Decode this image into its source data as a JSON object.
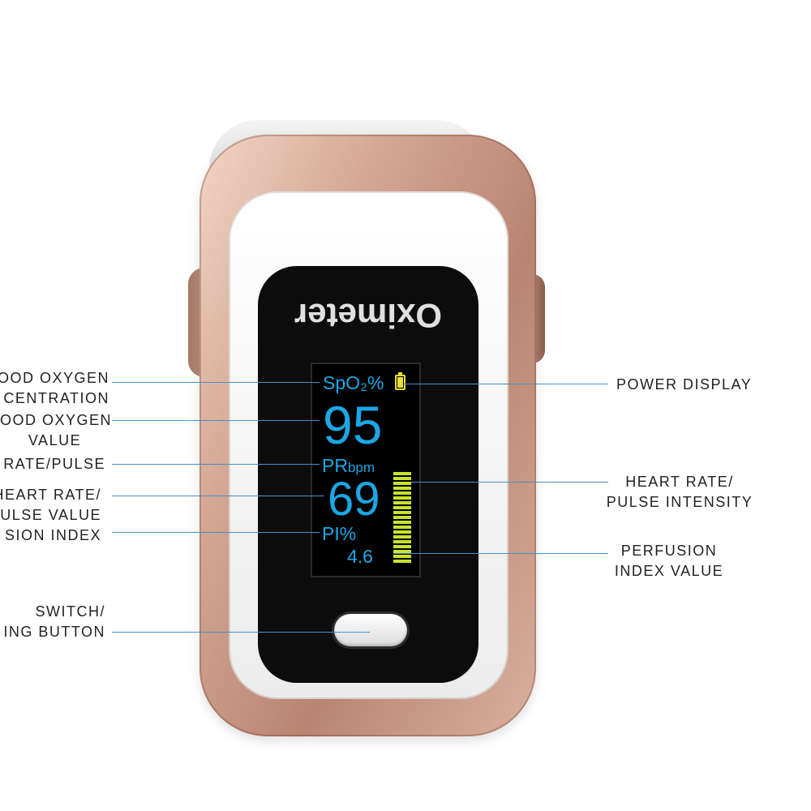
{
  "device": {
    "brand": "Oximeter",
    "display": {
      "spo2_label": "SpO₂%",
      "spo2_value": "95",
      "pr_label": "PR",
      "pr_unit": "bpm",
      "pr_value": "69",
      "pi_label": "PI%",
      "pi_value": "4.6",
      "pulse_intensity_level": 1.0,
      "accent_color": "#1ba7e6",
      "bar_color": "#cbe22c",
      "battery_color": "#e6df3a"
    },
    "shell_color": "#c9957f"
  },
  "callouts": {
    "left": [
      {
        "lines": [
          "OOD OXYGEN",
          "CENTRATION"
        ]
      },
      {
        "lines": [
          "OOD OXYGEN",
          "VALUE"
        ]
      },
      {
        "lines": [
          "RATE/PULSE"
        ]
      },
      {
        "lines": [
          "HEART RATE/",
          "ULSE VALUE"
        ]
      },
      {
        "lines": [
          "SION INDEX"
        ]
      },
      {
        "lines": [
          "SWITCH/",
          "ING BUTTON"
        ]
      }
    ],
    "right": [
      {
        "lines": [
          "POWER DISPLAY"
        ]
      },
      {
        "lines": [
          "HEART RATE/",
          "PULSE INTENSITY"
        ]
      },
      {
        "lines": [
          "PERFUSION",
          "INDEX VALUE"
        ]
      }
    ]
  }
}
